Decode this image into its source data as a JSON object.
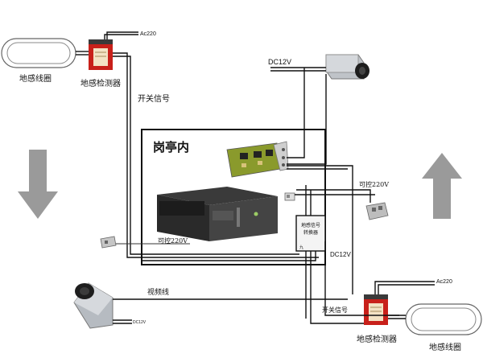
{
  "booth": {
    "title": "岗亭内"
  },
  "detector_top": {
    "caption": "地感检测器",
    "power": "Ac220"
  },
  "detector_bottom": {
    "caption": "地感检测器",
    "power": "Ac220"
  },
  "loop_left": {
    "caption": "地感线圈"
  },
  "loop_right": {
    "caption": "地感线圈"
  },
  "signals": {
    "switch_top": "开关信号",
    "switch_bottom": "开关信号",
    "video_line": "视频线",
    "controllable_220_left": "可控220V",
    "controllable_220_right": "可控220V"
  },
  "power_labels": {
    "dc12_top_camera": "DC12V",
    "dc12_booth": "DC12V",
    "dc12_bottom_camera": "DC12V"
  },
  "signal_box": {
    "line1": "地感信号",
    "line2": "转换器",
    "line3": "九"
  },
  "colors": {
    "detector_red": "#c8201a",
    "arrow_gray": "#9a9a9a",
    "card_green": "#7a8a2a",
    "server_dark": "#2a2a2a"
  },
  "icons": {
    "arrow_down": "arrow-down-icon",
    "arrow_up": "arrow-up-icon",
    "camera": "camera-icon",
    "relay": "relay-icon"
  }
}
